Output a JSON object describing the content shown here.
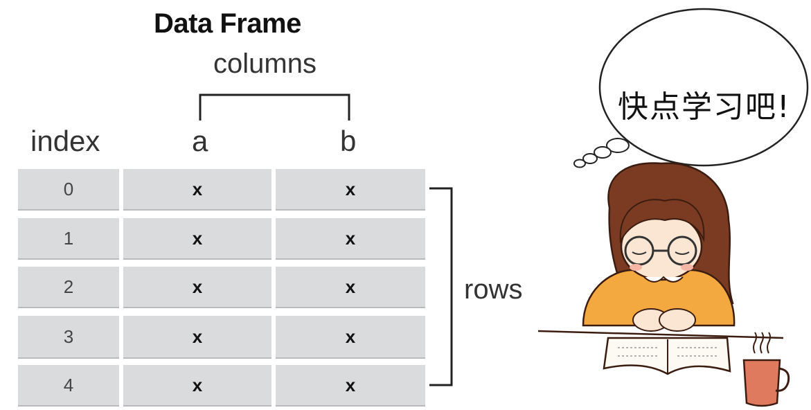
{
  "title": "Data Frame",
  "columns_label": "columns",
  "index_header": "index",
  "column_headers": [
    "a",
    "b"
  ],
  "rows": [
    {
      "index": "0",
      "a": "x",
      "b": "x"
    },
    {
      "index": "1",
      "a": "x",
      "b": "x"
    },
    {
      "index": "2",
      "a": "x",
      "b": "x"
    },
    {
      "index": "3",
      "a": "x",
      "b": "x"
    },
    {
      "index": "4",
      "a": "x",
      "b": "x"
    }
  ],
  "rows_label": "rows",
  "speech_bubble_text": "快点学习吧!",
  "illustration": "girl-reading-book-icon",
  "colors": {
    "cell_bg": "#dadbdd",
    "sweater": "#f4a940",
    "hair": "#7a3b22",
    "mug": "#e07a5f"
  }
}
